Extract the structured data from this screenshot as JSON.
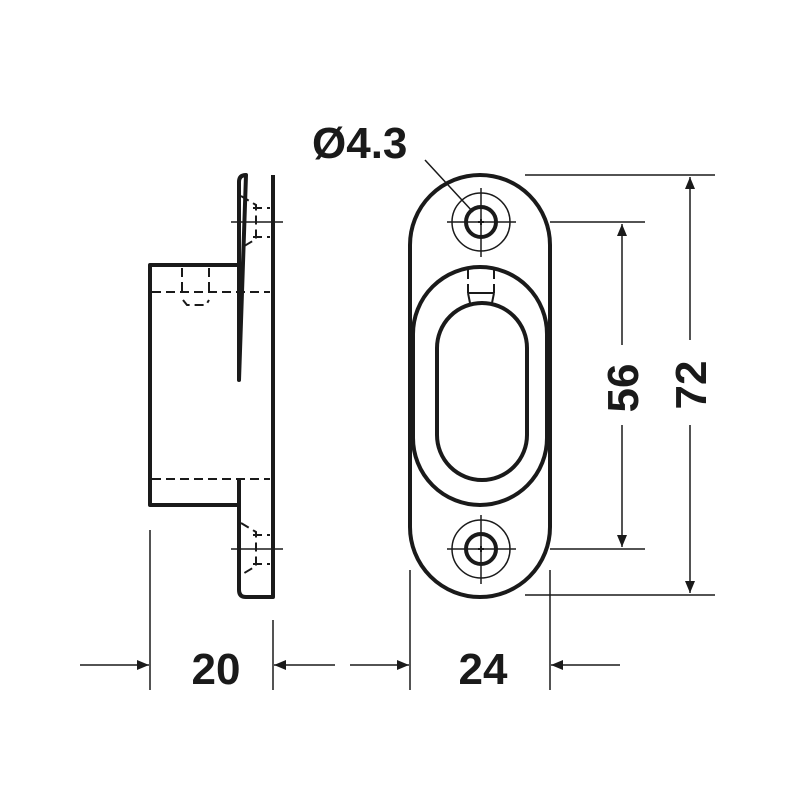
{
  "diagram": {
    "hole_diameter_label": "Ø4.3",
    "dimensions": {
      "side_depth": "20",
      "front_width": "24",
      "hole_spacing": "56",
      "overall_height": "72"
    },
    "line_color": "#1a1a1a"
  }
}
